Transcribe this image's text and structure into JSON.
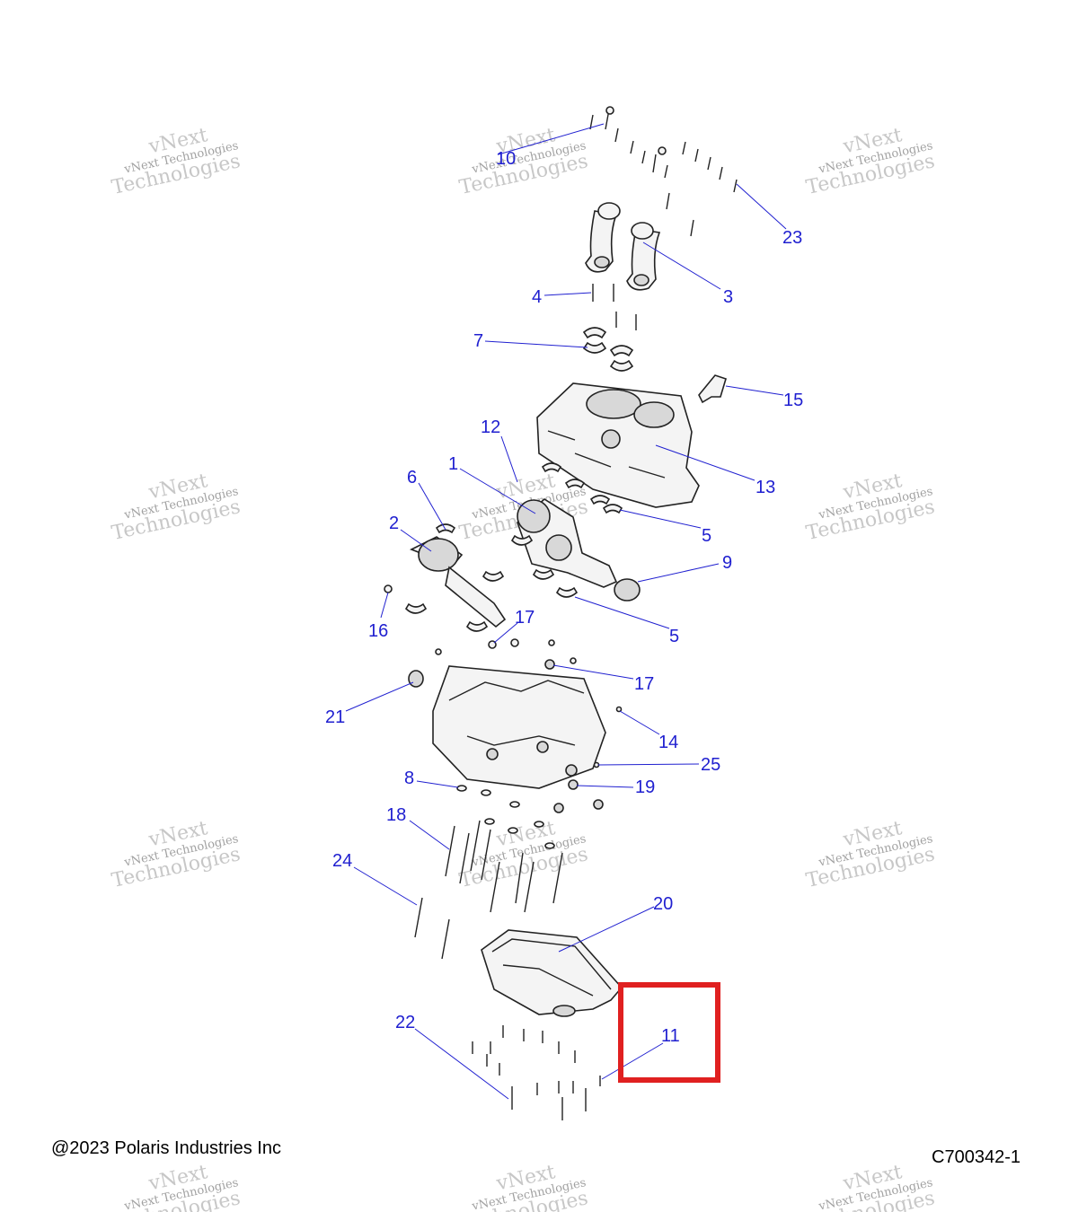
{
  "watermark": {
    "brand": "vNext",
    "company": "Technologies",
    "full": "vNext Technologies"
  },
  "callouts": [
    "10",
    "23",
    "3",
    "4",
    "7",
    "15",
    "12",
    "13",
    "1",
    "6",
    "5",
    "2",
    "9",
    "16",
    "17",
    "5",
    "17",
    "21",
    "14",
    "25",
    "8",
    "19",
    "18",
    "24",
    "20",
    "22",
    "11"
  ],
  "highlight": {
    "label": "11",
    "color": "#e02020"
  },
  "footer": {
    "copyright": "@2023 Polaris Industries Inc",
    "figure_id": "C700342-1"
  },
  "colors": {
    "callout": "#2020d0",
    "highlight": "#e02020"
  }
}
